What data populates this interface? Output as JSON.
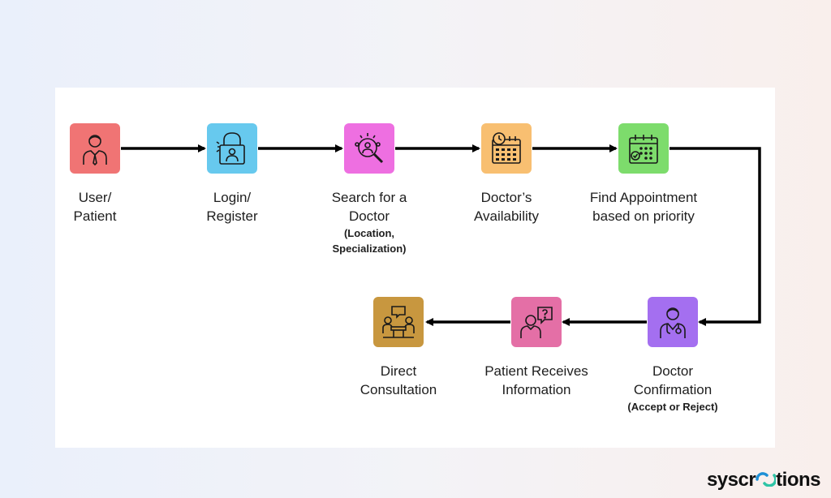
{
  "nodes": [
    {
      "id": "user-patient",
      "line1": "User/",
      "line2": "Patient",
      "sub1": "",
      "sub2": "",
      "color": "#f07474",
      "icon": "user-icon"
    },
    {
      "id": "login-register",
      "line1": "Login/",
      "line2": "Register",
      "sub1": "",
      "sub2": "",
      "color": "#67c9ee",
      "icon": "lock-user-icon"
    },
    {
      "id": "search-doctor",
      "line1": "Search for a",
      "line2": "Doctor",
      "sub1": "(Location,",
      "sub2": "Specialization)",
      "color": "#ee6fe1",
      "icon": "search-icon"
    },
    {
      "id": "doctor-availability",
      "line1": "Doctor’s",
      "line2": "Availability",
      "sub1": "",
      "sub2": "",
      "color": "#f8bf71",
      "icon": "calendar-clock-icon"
    },
    {
      "id": "find-appointment",
      "line1": "Find Appointment",
      "line2": "based on priority",
      "sub1": "",
      "sub2": "",
      "color": "#7ddc6c",
      "icon": "calendar-check-icon"
    },
    {
      "id": "doctor-confirmation",
      "line1": "Doctor",
      "line2": "Confirmation",
      "sub1": "(Accept or Reject)",
      "sub2": "",
      "color": "#a46ff0",
      "icon": "doctor-icon"
    },
    {
      "id": "patient-receives-info",
      "line1": "Patient Receives",
      "line2": "Information",
      "sub1": "",
      "sub2": "",
      "color": "#e46fa6",
      "icon": "question-icon"
    },
    {
      "id": "direct-consultation",
      "line1": "Direct",
      "line2": "Consultation",
      "sub1": "",
      "sub2": "",
      "color": "#c8973f",
      "icon": "consultation-icon"
    }
  ],
  "brand": {
    "part1": "syscr",
    "part2": "tions"
  }
}
